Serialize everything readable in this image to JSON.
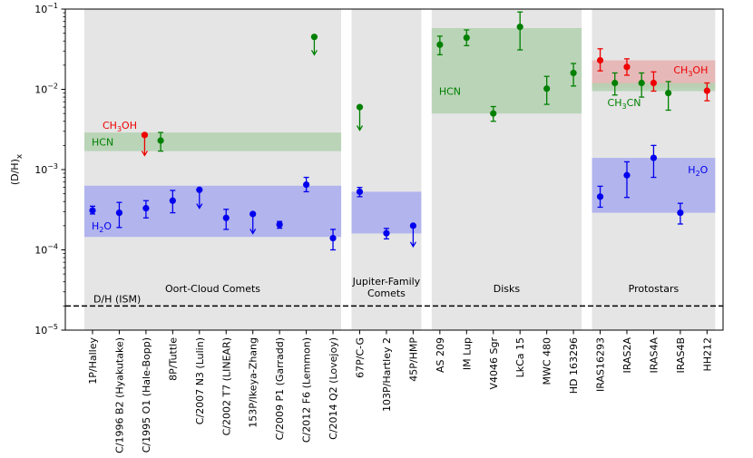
{
  "chart_data": {
    "type": "scatter",
    "xlabel": "",
    "ylabel": "(D/H)",
    "ylabel_subscript": "x",
    "y_scale": "log",
    "ylim": [
      1e-05,
      0.1
    ],
    "y_ticks": [
      {
        "value": 1e-05,
        "base": "10",
        "exp": "−5"
      },
      {
        "value": 0.0001,
        "base": "10",
        "exp": "−4"
      },
      {
        "value": 0.001,
        "base": "10",
        "exp": "−3"
      },
      {
        "value": 0.01,
        "base": "10",
        "exp": "−2"
      },
      {
        "value": 0.1,
        "base": "10",
        "exp": "−1"
      }
    ],
    "categories": [
      "1P/Halley",
      "C/1996 B2 (Hyakutake)",
      "C/1995 O1 (Hale-Bopp)",
      "8P/Tuttle",
      "C/2007 N3 (Lulin)",
      "C/2002 T7 (LINEAR)",
      "153P/Ikeya-Zhang",
      "C/2009 P1 (Garradd)",
      "C/2012 F6 (Lemmon)",
      "C/2014 Q2 (Lovejoy)",
      "67P/C-G",
      "103P/Hartley 2",
      "45P/HMP",
      "AS 209",
      "IM Lup",
      "V4046 Sgr",
      "LkCa 15",
      "MWC 480",
      "HD 163296",
      "IRAS16293",
      "IRAS2A",
      "IRAS4A",
      "IRAS4B",
      "HH212"
    ],
    "groups": [
      {
        "label": "Oort-Cloud Comets",
        "first": 0,
        "last": 9
      },
      {
        "label": "Jupiter-Family Comets",
        "first": 10,
        "last": 12
      },
      {
        "label": "Disks",
        "first": 13,
        "last": 18
      },
      {
        "label": "Protostars",
        "first": 19,
        "last": 23
      }
    ],
    "reference_line": {
      "label": "D/H (ISM)",
      "value": 2e-05,
      "style": "dashed"
    },
    "bands": [
      {
        "label": "H2O",
        "group": 0,
        "low": 0.000145,
        "high": 0.00063,
        "color": "#a9abee"
      },
      {
        "label": "HCN",
        "group": 0,
        "low": 0.0017,
        "high": 0.0029,
        "color": "#b3d1b0"
      },
      {
        "label": "",
        "group": 1,
        "low": 0.00016,
        "high": 0.00053,
        "color": "#a9abee"
      },
      {
        "label": "HCN",
        "group": 2,
        "low": 0.005,
        "high": 0.058,
        "color": "#b3d1b0"
      },
      {
        "label": "H2O",
        "group": 3,
        "low": 0.00029,
        "high": 0.0014,
        "color": "#a9abee"
      },
      {
        "label": "CH3OH",
        "group": 3,
        "low": 0.0105,
        "high": 0.023,
        "color": "#e8b0b0"
      },
      {
        "label": "CH3CN",
        "group": 3,
        "low": 0.0095,
        "high": 0.012,
        "color": "#b3d1b0"
      }
    ],
    "band_labels": [
      {
        "text": "H",
        "sub": "2",
        "rest": "O",
        "group": 0,
        "value": 0.0002,
        "color": "#0000ee",
        "align": "left"
      },
      {
        "text": "HCN",
        "sub": "",
        "rest": "",
        "group": 0,
        "value": 0.0022,
        "color": "#008000",
        "align": "left"
      },
      {
        "text": "CH",
        "sub": "3",
        "rest": "OH",
        "group": 0,
        "value": 0.0036,
        "color": "#ee0000",
        "align": "left"
      },
      {
        "text": "HCN",
        "sub": "",
        "rest": "",
        "group": 2,
        "value": 0.0095,
        "color": "#008000",
        "align": "left"
      },
      {
        "text": "H",
        "sub": "2",
        "rest": "O",
        "group": 3,
        "value": 0.001,
        "color": "#0000ee",
        "align": "right"
      },
      {
        "text": "CH",
        "sub": "3",
        "rest": "OH",
        "group": 3,
        "value": 0.0175,
        "color": "#ee0000",
        "align": "right"
      },
      {
        "text": "CH",
        "sub": "3",
        "rest": "CN",
        "group": 3,
        "value": 0.0069,
        "color": "#008000",
        "align": "left"
      }
    ],
    "series": [
      {
        "name": "H2O",
        "color": "#0000ee",
        "points": [
          {
            "x": 0,
            "y": 0.00031,
            "lo": 0.00028,
            "hi": 0.00035
          },
          {
            "x": 1,
            "y": 0.00029,
            "lo": 0.00019,
            "hi": 0.00039
          },
          {
            "x": 2,
            "y": 0.00033,
            "lo": 0.00025,
            "hi": 0.00041
          },
          {
            "x": 3,
            "y": 0.00041,
            "lo": 0.00029,
            "hi": 0.00055
          },
          {
            "x": 4,
            "y": 0.00056,
            "upper_limit": true,
            "arrow_to": 0.00033
          },
          {
            "x": 5,
            "y": 0.00025,
            "lo": 0.00018,
            "hi": 0.00032
          },
          {
            "x": 6,
            "y": 0.00028,
            "upper_limit": true,
            "arrow_to": 0.00016
          },
          {
            "x": 7,
            "y": 0.000206,
            "lo": 0.000186,
            "hi": 0.000226
          },
          {
            "x": 8,
            "y": 0.00065,
            "lo": 0.00053,
            "hi": 0.0008
          },
          {
            "x": 9,
            "y": 0.00014,
            "lo": 0.0001,
            "hi": 0.00018
          },
          {
            "x": 10,
            "y": 0.00053,
            "lo": 0.00046,
            "hi": 0.0006
          },
          {
            "x": 11,
            "y": 0.000161,
            "lo": 0.000137,
            "hi": 0.000185
          },
          {
            "x": 12,
            "y": 0.0002,
            "upper_limit": true,
            "arrow_to": 0.00011
          },
          {
            "x": 19,
            "y": 0.00046,
            "lo": 0.00034,
            "hi": 0.00062
          },
          {
            "x": 20,
            "y": 0.00085,
            "lo": 0.00045,
            "hi": 0.00125
          },
          {
            "x": 21,
            "y": 0.0014,
            "lo": 0.0008,
            "hi": 0.002
          },
          {
            "x": 22,
            "y": 0.00029,
            "lo": 0.00021,
            "hi": 0.00038
          }
        ]
      },
      {
        "name": "HCN",
        "color": "#008000",
        "points": [
          {
            "x": 2.55,
            "y": 0.0023,
            "lo": 0.0017,
            "hi": 0.0029
          },
          {
            "x": 8.3,
            "y": 0.045,
            "upper_limit": true,
            "arrow_to": 0.027
          },
          {
            "x": 10,
            "y": 0.006,
            "upper_limit": true,
            "arrow_to": 0.0031
          },
          {
            "x": 13,
            "y": 0.036,
            "lo": 0.027,
            "hi": 0.046
          },
          {
            "x": 14,
            "y": 0.044,
            "lo": 0.035,
            "hi": 0.055
          },
          {
            "x": 15,
            "y": 0.005,
            "lo": 0.004,
            "hi": 0.0061
          },
          {
            "x": 16,
            "y": 0.06,
            "lo": 0.031,
            "hi": 0.092
          },
          {
            "x": 17,
            "y": 0.0102,
            "lo": 0.0065,
            "hi": 0.0145
          },
          {
            "x": 18,
            "y": 0.016,
            "lo": 0.011,
            "hi": 0.021
          }
        ]
      },
      {
        "name": "CH3CN",
        "color": "#008000",
        "points": [
          {
            "x": 19.55,
            "y": 0.012,
            "lo": 0.0085,
            "hi": 0.016
          },
          {
            "x": 20.55,
            "y": 0.012,
            "lo": 0.008,
            "hi": 0.016
          },
          {
            "x": 21.55,
            "y": 0.009,
            "lo": 0.0055,
            "hi": 0.0125
          }
        ]
      },
      {
        "name": "CH3OH",
        "color": "#ee0000",
        "points": [
          {
            "x": 1.95,
            "y": 0.0027,
            "upper_limit": true,
            "arrow_to": 0.0015
          },
          {
            "x": 19,
            "y": 0.023,
            "lo": 0.017,
            "hi": 0.032
          },
          {
            "x": 20,
            "y": 0.019,
            "lo": 0.015,
            "hi": 0.024
          },
          {
            "x": 21,
            "y": 0.012,
            "lo": 0.0095,
            "hi": 0.0165
          },
          {
            "x": 23,
            "y": 0.0096,
            "lo": 0.0072,
            "hi": 0.012
          }
        ]
      }
    ]
  }
}
